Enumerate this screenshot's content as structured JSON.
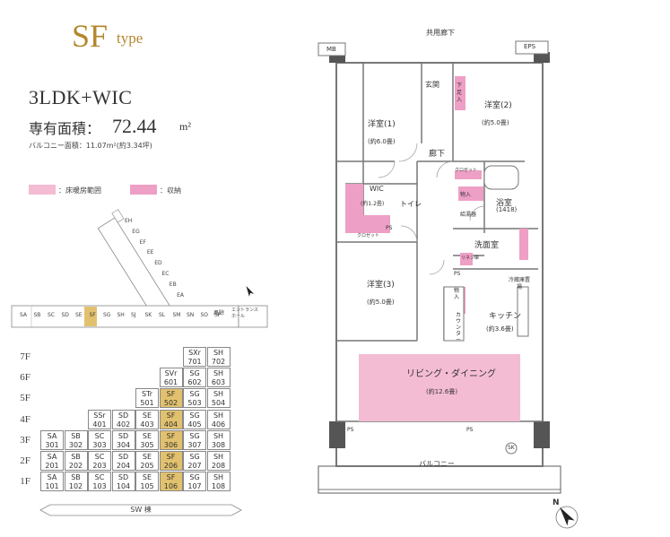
{
  "header": {
    "type_code": "SF",
    "type_word": "type",
    "plan": "3LDK+WIC",
    "area_label": "専有面積：",
    "area_value": "72.44",
    "area_unit": "m²",
    "balcony_area": "バルコニー面積：11.07m²(約3.34坪)"
  },
  "legend": {
    "floor_heating": "：床暖房範囲",
    "storage": "：収納",
    "floor_heating_color": "#f4bcd3",
    "storage_color": "#ee9fc5"
  },
  "site_map": {
    "wing_units": [
      "EH",
      "EG",
      "EF",
      "EE",
      "ED",
      "EC",
      "EB",
      "EA"
    ],
    "row_units": [
      "SA",
      "SB",
      "SC",
      "SD",
      "SE",
      "SF",
      "SG",
      "SH",
      "SJ",
      "SK",
      "SL",
      "SM",
      "SN",
      "SO",
      "SP"
    ],
    "entrance": "エントランスホール",
    "lobby": "風除",
    "highlight": "SF",
    "highlight_color": "#e2c16e"
  },
  "floor_table": {
    "floors": [
      "7F",
      "6F",
      "5F",
      "4F",
      "3F",
      "2F",
      "1F"
    ],
    "rows": [
      [
        null,
        null,
        null,
        null,
        null,
        null,
        {
          "t": "SXr",
          "n": "701"
        },
        {
          "t": "SH",
          "n": "702"
        }
      ],
      [
        null,
        null,
        null,
        null,
        null,
        {
          "t": "SVr",
          "n": "601"
        },
        {
          "t": "SG",
          "n": "602"
        },
        {
          "t": "SH",
          "n": "603"
        }
      ],
      [
        null,
        null,
        null,
        null,
        {
          "t": "STr",
          "n": "501"
        },
        {
          "t": "SF",
          "n": "502",
          "hl": true
        },
        {
          "t": "SG",
          "n": "503"
        },
        {
          "t": "SH",
          "n": "504"
        }
      ],
      [
        null,
        null,
        {
          "t": "SSr",
          "n": "401"
        },
        {
          "t": "SD",
          "n": "402"
        },
        {
          "t": "SE",
          "n": "403"
        },
        {
          "t": "SF",
          "n": "404",
          "hl": true
        },
        {
          "t": "SG",
          "n": "405"
        },
        {
          "t": "SH",
          "n": "406"
        }
      ],
      [
        {
          "t": "SA",
          "n": "301"
        },
        {
          "t": "SB",
          "n": "302"
        },
        {
          "t": "SC",
          "n": "303"
        },
        {
          "t": "SD",
          "n": "304"
        },
        {
          "t": "SE",
          "n": "305"
        },
        {
          "t": "SF",
          "n": "306",
          "hl": true
        },
        {
          "t": "SG",
          "n": "307"
        },
        {
          "t": "SH",
          "n": "308"
        }
      ],
      [
        {
          "t": "SA",
          "n": "201"
        },
        {
          "t": "SB",
          "n": "202"
        },
        {
          "t": "SC",
          "n": "203"
        },
        {
          "t": "SD",
          "n": "204"
        },
        {
          "t": "SE",
          "n": "205"
        },
        {
          "t": "SF",
          "n": "206",
          "hl": true
        },
        {
          "t": "SG",
          "n": "207"
        },
        {
          "t": "SH",
          "n": "208"
        }
      ],
      [
        {
          "t": "SA",
          "n": "101"
        },
        {
          "t": "SB",
          "n": "102"
        },
        {
          "t": "SC",
          "n": "103"
        },
        {
          "t": "SD",
          "n": "104"
        },
        {
          "t": "SE",
          "n": "105"
        },
        {
          "t": "SF",
          "n": "106",
          "hl": true
        },
        {
          "t": "SG",
          "n": "107"
        },
        {
          "t": "SH",
          "n": "108"
        }
      ]
    ],
    "wing_label": "SW 棟"
  },
  "floorplan": {
    "corridor": "共用廊下",
    "mb": "MB",
    "eps": "EPS",
    "entrance": "玄関",
    "shoe_box": "下足入",
    "bedroom1": "洋室(1)",
    "bedroom1_size": "(約6.0畳)",
    "bedroom2": "洋室(2)",
    "bedroom2_size": "(約5.0畳)",
    "bedroom3": "洋室(3)",
    "bedroom3_size": "(約5.0畳)",
    "hallway": "廊下",
    "closet": "クロゼット",
    "wic": "WIC",
    "wic_size": "(約1.2畳)",
    "toilet": "トイレ",
    "storage": "物入",
    "bath": "浴室",
    "bath_size": "(1418)",
    "water_heater": "給湯器",
    "washroom": "洗面室",
    "linen": "リネン庫",
    "fridge": "冷蔵庫置場",
    "kitchen": "キッチン",
    "kitchen_size": "(約3.6畳)",
    "counter": "カウンター",
    "ldk": "リビング・ダイニング",
    "ldk_size": "(約12.6畳)",
    "balcony": "バルコニー",
    "ps": "PS",
    "sk": "SK",
    "n": "N"
  }
}
